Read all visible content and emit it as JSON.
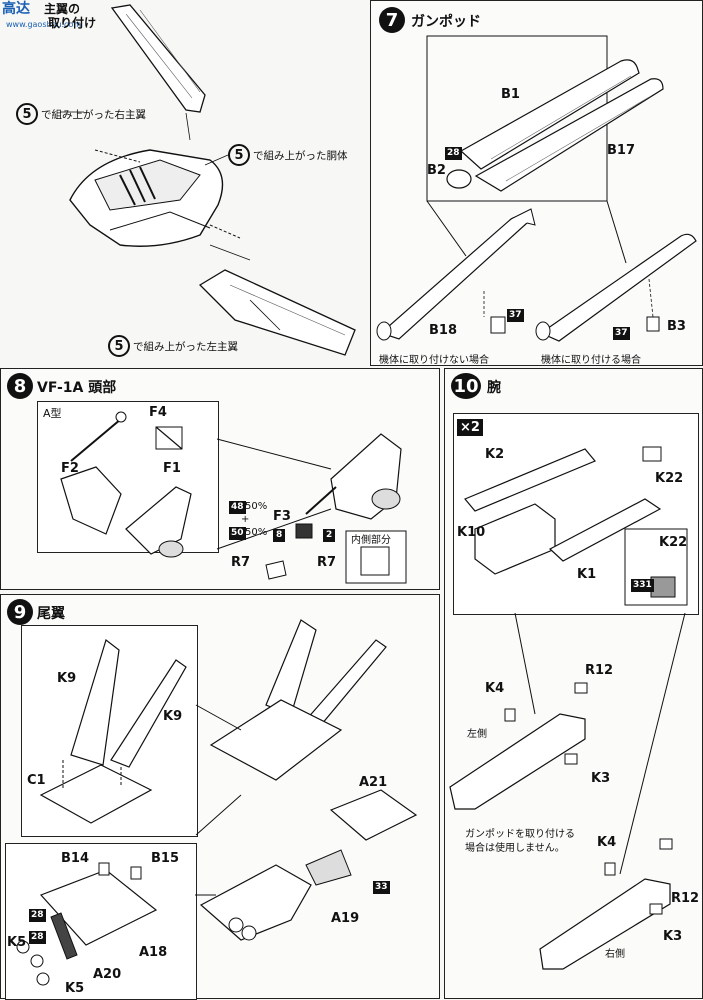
{
  "watermark": {
    "site_name": "高达",
    "site_url": "www.gaoshou.com"
  },
  "step6": {
    "title_line1": "主翼の",
    "title_line2": "取り付け",
    "right_wing_num": "5",
    "right_wing_text": "で組み上がった右主翼",
    "fuselage_num": "5",
    "fuselage_text": "で組み上がった胴体",
    "left_wing_num": "5",
    "left_wing_text": "で組み上がった左主翼"
  },
  "step7": {
    "number": "7",
    "title": "ガンポッド",
    "labels": {
      "b1": "B1",
      "b17": "B17",
      "b2": "B2",
      "b18": "B18",
      "b3": "B3"
    },
    "color_codes": {
      "c28": "28",
      "c37a": "37",
      "c37b": "37"
    },
    "not_attached": "機体に取り付けない場合",
    "attached": "機体に取り付ける場合"
  },
  "step8": {
    "number": "8",
    "title": "VF-1A 頭部",
    "type_label": "A型",
    "labels": {
      "f4": "F4",
      "f2": "F2",
      "f1": "F1",
      "f3": "F3",
      "r7a": "R7",
      "r7b": "R7"
    },
    "mix": {
      "c48": "48",
      "p1": "50%",
      "plus": "+",
      "c50": "50",
      "p2": "50%"
    },
    "color_codes": {
      "c8": "8",
      "c2": "2"
    },
    "inner_part": "内側部分"
  },
  "step9": {
    "number": "9",
    "title": "尾翼",
    "labels": {
      "k9a": "K9",
      "k9b": "K9",
      "c1": "C1",
      "a21": "A21",
      "a19": "A19",
      "b14": "B14",
      "b15": "B15",
      "a18": "A18",
      "a20": "A20",
      "k5a": "K5",
      "k5b": "K5"
    },
    "color_codes": {
      "c33": "33",
      "c28a": "28",
      "c28b": "28"
    }
  },
  "step10": {
    "number": "10",
    "title": "腕",
    "multiplier": "×2",
    "labels": {
      "k2": "K2",
      "k22a": "K22",
      "k10": "K10",
      "k1": "K1",
      "k22b": "K22",
      "r12a": "R12",
      "k4a": "K4",
      "k3a": "K3",
      "k4b": "K4",
      "r12b": "R12",
      "k3b": "K3"
    },
    "color_codes": {
      "c331": "331"
    },
    "left_side": "左側",
    "right_side": "右側",
    "gunpod_note_line1": "ガンポッドを取り付ける",
    "gunpod_note_line2": "場合は使用しません。"
  }
}
